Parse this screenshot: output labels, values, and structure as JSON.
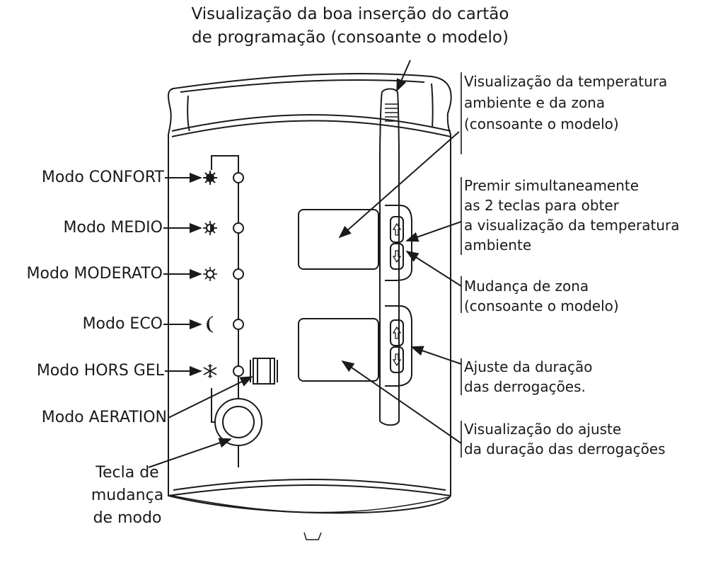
{
  "labels": {
    "card_insertion": [
      "Visualização da boa inserção do cartão",
      "de programação (consoante o modelo)"
    ],
    "temp_zone_display": [
      "Visualização da temperatura",
      "ambiente e da zona",
      "(consoante o modelo)"
    ],
    "press_both": [
      "Premir simultaneamente",
      "as 2 teclas para obter",
      "a visualização da temperatura",
      "ambiente"
    ],
    "zone_change": [
      "Mudança de zona",
      "(consoante o modelo)"
    ],
    "derogation_adjust": [
      "Ajuste da duração",
      "das derrogações."
    ],
    "derogation_display": [
      "Visualização do ajuste",
      "da duração das derrogações"
    ],
    "mode_key": [
      "Tecla de",
      "mudança",
      "de modo"
    ]
  },
  "modes": [
    {
      "label": "Modo CONFORT",
      "icon": "sun-solid-icon"
    },
    {
      "label": "Modo MEDIO",
      "icon": "sun-half-icon"
    },
    {
      "label": "Modo MODERATO",
      "icon": "sun-outline-icon"
    },
    {
      "label": "Modo ECO",
      "icon": "moon-icon"
    },
    {
      "label": "Modo HORS GEL",
      "icon": "snowflake-icon"
    }
  ],
  "aeration": {
    "label": "Modo AERATION",
    "icon": "window-icon"
  },
  "keys": {
    "up": "up-arrow-icon",
    "down": "down-arrow-icon"
  },
  "colors": {
    "line": "#1a1a1a",
    "background": "#ffffff"
  }
}
